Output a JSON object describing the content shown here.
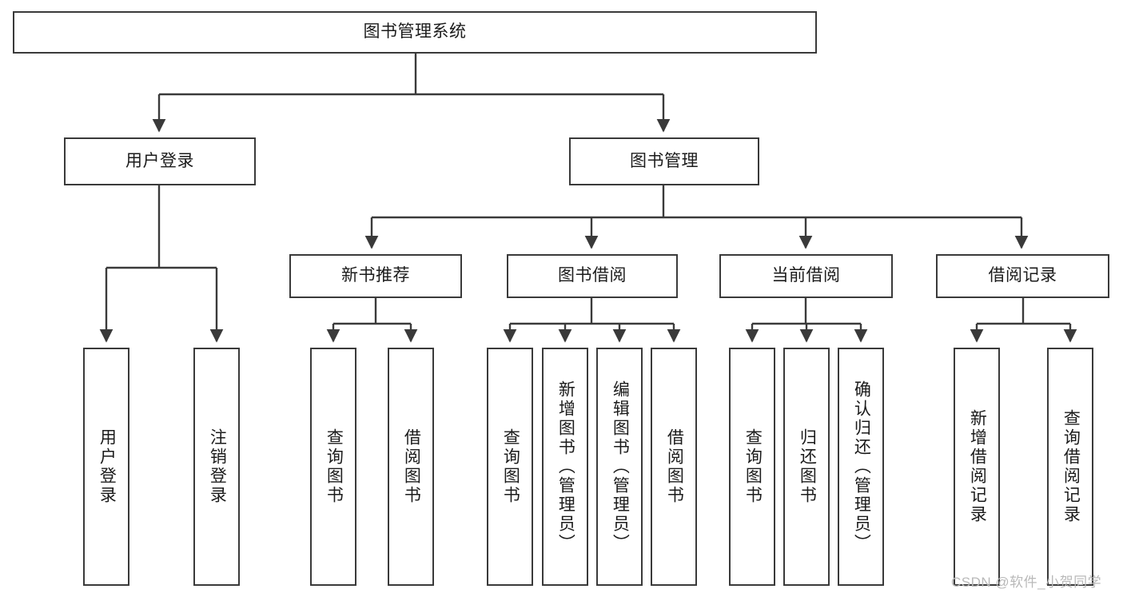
{
  "diagram": {
    "type": "hierarchy-tree",
    "title": "图书管理系统",
    "root": {
      "label": "图书管理系统",
      "id": "root"
    },
    "level2": [
      {
        "id": "user-login",
        "label": "用户登录"
      },
      {
        "id": "book-management",
        "label": "图书管理"
      }
    ],
    "level3": [
      {
        "id": "new-book-recommend",
        "label": "新书推荐",
        "parent": "book-management"
      },
      {
        "id": "book-borrow",
        "label": "图书借阅",
        "parent": "book-management"
      },
      {
        "id": "current-borrow",
        "label": "当前借阅",
        "parent": "book-management"
      },
      {
        "id": "borrow-record",
        "label": "借阅记录",
        "parent": "book-management"
      }
    ],
    "leaves": {
      "user-login": [
        {
          "id": "leaf-user-login",
          "label": "用户登录"
        },
        {
          "id": "leaf-logout-login",
          "label": "注销登录"
        }
      ],
      "new-book-recommend": [
        {
          "id": "leaf-query-book-1",
          "label": "查询图书"
        },
        {
          "id": "leaf-borrow-book-1",
          "label": "借阅图书"
        }
      ],
      "book-borrow": [
        {
          "id": "leaf-query-book-2",
          "label": "查询图书"
        },
        {
          "id": "leaf-add-book",
          "label": "新增图书（管理员）"
        },
        {
          "id": "leaf-edit-book",
          "label": "编辑图书（管理员）"
        },
        {
          "id": "leaf-borrow-book-2",
          "label": "借阅图书"
        }
      ],
      "current-borrow": [
        {
          "id": "leaf-query-book-3",
          "label": "查询图书"
        },
        {
          "id": "leaf-return-book",
          "label": "归还图书"
        },
        {
          "id": "leaf-confirm-return",
          "label": "确认归还（管理员）"
        }
      ],
      "borrow-record": [
        {
          "id": "leaf-add-record",
          "label": "新增借阅记录"
        },
        {
          "id": "leaf-query-record",
          "label": "查询借阅记录"
        }
      ]
    },
    "colors": {
      "stroke": "#3a3a3a",
      "fill": "#ffffff",
      "text": "#1b1b1b",
      "watermark": "#b9b9b9"
    }
  },
  "watermark": {
    "text": "CSDN @软件_小贺同学"
  }
}
